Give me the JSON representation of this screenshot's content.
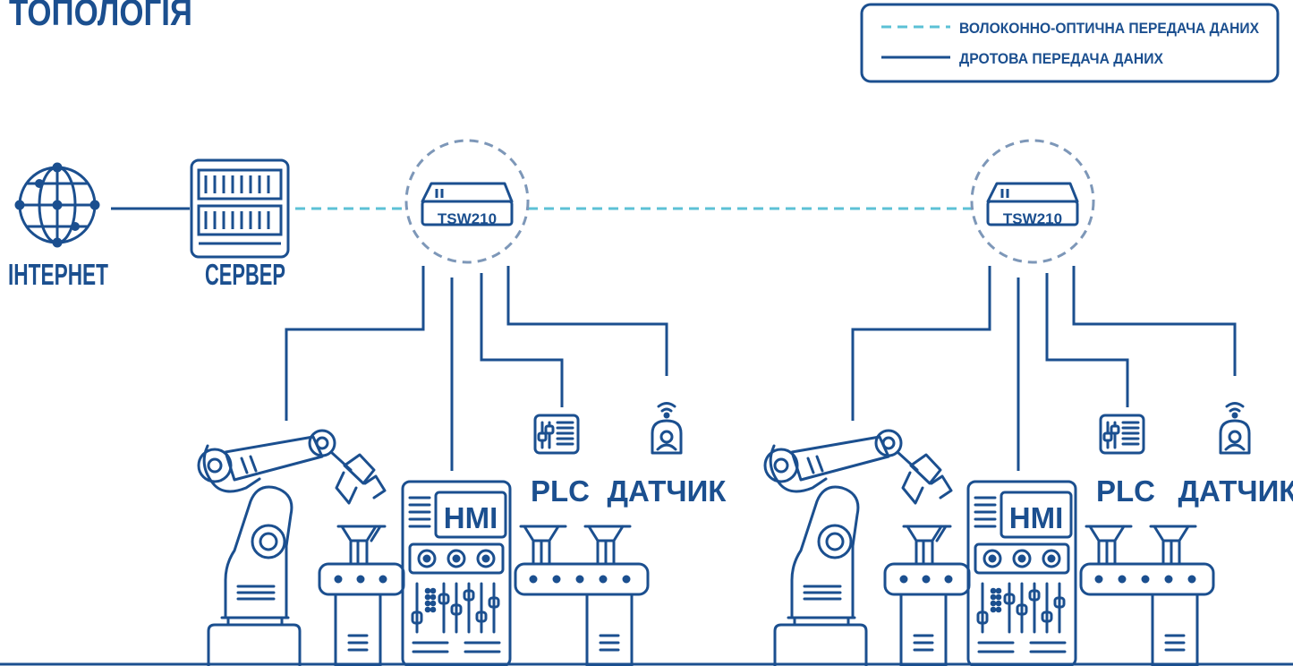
{
  "title": "ТОПОЛОГІЯ",
  "legend": {
    "fiber": "ВОЛОКОННО-ОПТИЧНА ПЕРЕДАЧА ДАНИХ",
    "wired": "ДРОТОВА ПЕРЕДАЧА ДАНИХ"
  },
  "nodes": {
    "internet": "ІНТЕРНЕТ",
    "server": "СЕРВЕР"
  },
  "cells": [
    {
      "switch": "TSW210",
      "hmi": "HMI",
      "plc": "PLC",
      "sensor": "ДАТЧИК"
    },
    {
      "switch": "TSW210",
      "hmi": "HMI",
      "plc": "PLC",
      "sensor": "ДАТЧИК"
    }
  ],
  "colors": {
    "primary": "#1b4f8f",
    "fiber": "#5cc1d6",
    "dashed_circle": "#7d97b8",
    "background": "#ffffff"
  },
  "icons": [
    "globe-icon",
    "server-rack-icon",
    "network-switch-icon",
    "robot-arm-icon",
    "hmi-panel-icon",
    "plc-icon",
    "wifi-sensor-icon",
    "conveyor-icon"
  ]
}
